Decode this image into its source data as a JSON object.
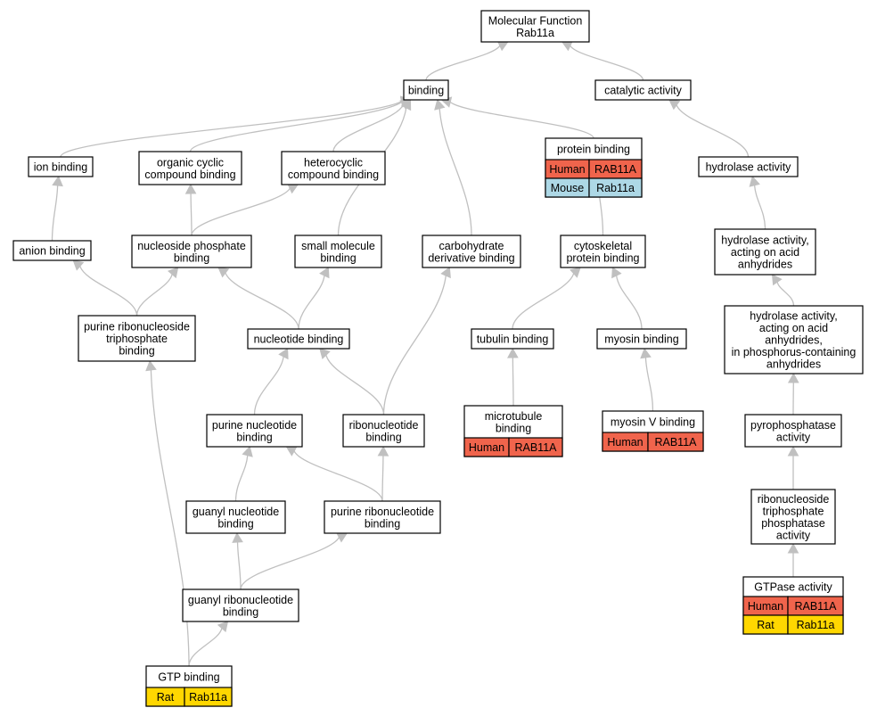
{
  "colors": {
    "human": "#f0644c",
    "mouse": "#add8e6",
    "rat": "#ffd700",
    "edge": "#c0c0c0"
  },
  "nodes": {
    "root": {
      "lines": [
        "Molecular Function",
        "Rab11a"
      ]
    },
    "binding": {
      "lines": [
        "binding"
      ]
    },
    "catalytic": {
      "lines": [
        "catalytic activity"
      ]
    },
    "ion": {
      "lines": [
        "ion binding"
      ]
    },
    "organic": {
      "lines": [
        "organic cyclic",
        "compound binding"
      ]
    },
    "hetero": {
      "lines": [
        "heterocyclic",
        "compound binding"
      ]
    },
    "protein": {
      "lines": [
        "protein binding"
      ],
      "species": [
        {
          "org": "Human",
          "gene": "RAB11A",
          "color": "human"
        },
        {
          "org": "Mouse",
          "gene": "Rab11a",
          "color": "mouse"
        }
      ]
    },
    "hydrolase": {
      "lines": [
        "hydrolase activity"
      ]
    },
    "anion": {
      "lines": [
        "anion binding"
      ]
    },
    "nucphos": {
      "lines": [
        "nucleoside phosphate",
        "binding"
      ]
    },
    "smallmol": {
      "lines": [
        "small molecule",
        "binding"
      ]
    },
    "carb": {
      "lines": [
        "carbohydrate",
        "derivative binding"
      ]
    },
    "cyto": {
      "lines": [
        "cytoskeletal",
        "protein binding"
      ]
    },
    "hydroacid": {
      "lines": [
        "hydrolase activity,",
        "acting on acid",
        "anhydrides"
      ]
    },
    "purtri": {
      "lines": [
        "purine ribonucleoside",
        "triphosphate",
        "binding"
      ]
    },
    "nucleotide": {
      "lines": [
        "nucleotide binding"
      ]
    },
    "tubulin": {
      "lines": [
        "tubulin binding"
      ]
    },
    "myosin": {
      "lines": [
        "myosin binding"
      ]
    },
    "hydrophos": {
      "lines": [
        "hydrolase activity,",
        "acting on acid",
        "anhydrides,",
        "in phosphorus-containing",
        "anhydrides"
      ]
    },
    "purnuc": {
      "lines": [
        "purine nucleotide",
        "binding"
      ]
    },
    "ribonuc": {
      "lines": [
        "ribonucleotide",
        "binding"
      ]
    },
    "micro": {
      "lines": [
        "microtubule",
        "binding"
      ],
      "species": [
        {
          "org": "Human",
          "gene": "RAB11A",
          "color": "human"
        }
      ]
    },
    "myosinv": {
      "lines": [
        "myosin V binding"
      ],
      "species": [
        {
          "org": "Human",
          "gene": "RAB11A",
          "color": "human"
        }
      ]
    },
    "pyro": {
      "lines": [
        "pyrophosphatase",
        "activity"
      ]
    },
    "guanyl": {
      "lines": [
        "guanyl nucleotide",
        "binding"
      ]
    },
    "purribo": {
      "lines": [
        "purine ribonucleotide",
        "binding"
      ]
    },
    "ribotri": {
      "lines": [
        "ribonucleoside",
        "triphosphate",
        "phosphatase",
        "activity"
      ]
    },
    "guanylribo": {
      "lines": [
        "guanyl ribonucleotide",
        "binding"
      ]
    },
    "gtpase": {
      "lines": [
        "GTPase activity"
      ],
      "species": [
        {
          "org": "Human",
          "gene": "RAB11A",
          "color": "human"
        },
        {
          "org": "Rat",
          "gene": "Rab11a",
          "color": "rat"
        }
      ]
    },
    "gtp": {
      "lines": [
        "GTP binding"
      ],
      "species": [
        {
          "org": "Rat",
          "gene": "Rab11a",
          "color": "rat"
        }
      ]
    }
  },
  "edges": [
    [
      "binding",
      "root"
    ],
    [
      "catalytic",
      "root"
    ],
    [
      "ion",
      "binding"
    ],
    [
      "organic",
      "binding"
    ],
    [
      "hetero",
      "binding"
    ],
    [
      "protein",
      "binding"
    ],
    [
      "smallmol",
      "binding"
    ],
    [
      "carb",
      "binding"
    ],
    [
      "hydrolase",
      "catalytic"
    ],
    [
      "anion",
      "ion"
    ],
    [
      "nucphos",
      "organic"
    ],
    [
      "nucphos",
      "hetero"
    ],
    [
      "cyto",
      "protein"
    ],
    [
      "hydroacid",
      "hydrolase"
    ],
    [
      "purtri",
      "anion"
    ],
    [
      "purtri",
      "nucphos"
    ],
    [
      "nucleotide",
      "nucphos"
    ],
    [
      "nucleotide",
      "smallmol"
    ],
    [
      "tubulin",
      "cyto"
    ],
    [
      "myosin",
      "cyto"
    ],
    [
      "hydrophos",
      "hydroacid"
    ],
    [
      "purnuc",
      "nucleotide"
    ],
    [
      "ribonuc",
      "nucleotide"
    ],
    [
      "ribonuc",
      "carb"
    ],
    [
      "micro",
      "tubulin"
    ],
    [
      "myosinv",
      "myosin"
    ],
    [
      "pyro",
      "hydrophos"
    ],
    [
      "guanyl",
      "purnuc"
    ],
    [
      "purribo",
      "purnuc"
    ],
    [
      "purribo",
      "ribonuc"
    ],
    [
      "ribotri",
      "pyro"
    ],
    [
      "guanylribo",
      "guanyl"
    ],
    [
      "guanylribo",
      "purribo"
    ],
    [
      "gtpase",
      "ribotri"
    ],
    [
      "gtp",
      "guanylribo"
    ],
    [
      "gtp",
      "purtri"
    ]
  ]
}
